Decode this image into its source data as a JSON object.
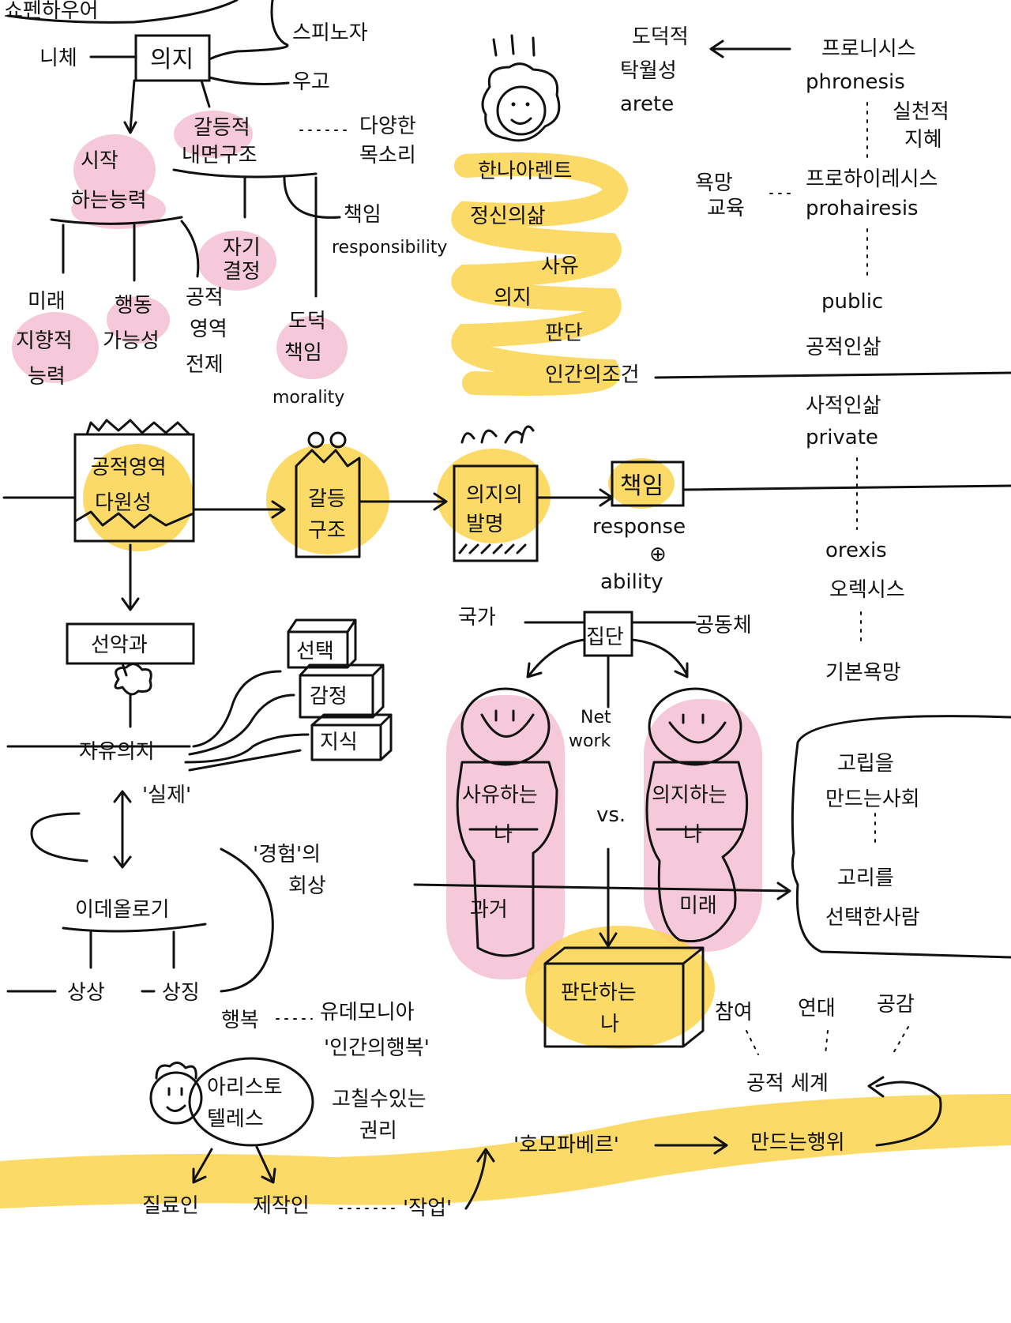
{
  "colors": {
    "pink": "#f4bfd3",
    "yellow": "#fcd34d",
    "ink": "#111111"
  },
  "top_left": {
    "schopenhauer": "쇼펜하우어",
    "nietzsche": "니체",
    "will": "의지",
    "spinoza": "스피노자",
    "augustine": "우고",
    "conflict_inner": [
      "갈등적",
      "내면구조"
    ],
    "voices": "다양한",
    "voices2": "목소리",
    "begin_ability": [
      "시작",
      "하는능력"
    ],
    "self_decision": [
      "자기",
      "결정"
    ],
    "responsibility_ko": "책임",
    "responsibility_en": "responsibility",
    "future": [
      "미래",
      "지향적",
      "능력"
    ],
    "action": [
      "행동",
      "가능성"
    ],
    "public_premise": [
      "공적",
      "영역",
      "전제"
    ],
    "moral": [
      "도덕",
      "책임"
    ],
    "morality": "morality"
  },
  "top_mid": {
    "arendt": "한나아렌트",
    "mind_life": "정신의삶",
    "thinking": "사유",
    "willing": "의지",
    "judging": "판단",
    "human_condition": "인간의조건"
  },
  "top_right": {
    "virtue": [
      "도덕적",
      "탁월성",
      "arete"
    ],
    "francis": "프로니시스",
    "phronesis": "phronesis",
    "practical": [
      "실천적",
      "지혜"
    ],
    "desire_edu": [
      "욕망",
      "교육"
    ],
    "prohairesis_ko": "프로하이레시스",
    "prohairesis": "prohairesis",
    "public": "public",
    "public_life": "공적인삶",
    "private_life": "사적인삶",
    "private": "private",
    "orexis": "orexis",
    "orexis_ko": "오렉시스",
    "basic_desire": "기본욕망"
  },
  "middle_flow": {
    "plurality": [
      "공적영역",
      "다원성"
    ],
    "conflict": [
      "갈등",
      "구조"
    ],
    "invention": [
      "의지의",
      "발명"
    ],
    "resp": "책임",
    "response": "response",
    "plus": "⊕",
    "ability": "ability"
  },
  "free_will": {
    "good_evil": "선악과",
    "choice": "선택",
    "emotion": "감정",
    "knowledge": "지식",
    "free_will": "자유의지",
    "reality": "'실제'",
    "experience": [
      "'경험'의",
      "회상"
    ],
    "ideology": "이데올로기",
    "imagination": "상상",
    "symbol": "상징",
    "happiness": "행복",
    "eudaimonia": "유데모니아",
    "human_happiness": "'인간의행복'",
    "aristotle": [
      "아리스토",
      "텔레스"
    ],
    "right": [
      "고칠수있는",
      "권리"
    ],
    "worker": "질료인",
    "maker": "제작인",
    "work": "'작업'",
    "homo": "'호모파베르'",
    "making": "만드는행위",
    "public_world": "공적 세계"
  },
  "bottom_right": {
    "state": "국가",
    "group": "집단",
    "community": "공동체",
    "network": [
      "Net",
      "work"
    ],
    "thinking_me": [
      "사유하는",
      "나"
    ],
    "vs": "vs.",
    "willing_me": [
      "의지하는",
      "나"
    ],
    "past": "과거",
    "future": "미래",
    "judging_me": [
      "판단하는",
      "나"
    ],
    "isolation": [
      "고립을",
      "만드는사회"
    ],
    "lonely": [
      "고리를",
      "선택한사람"
    ],
    "participation": "참여",
    "solidarity": "연대",
    "empathy": "공감"
  }
}
